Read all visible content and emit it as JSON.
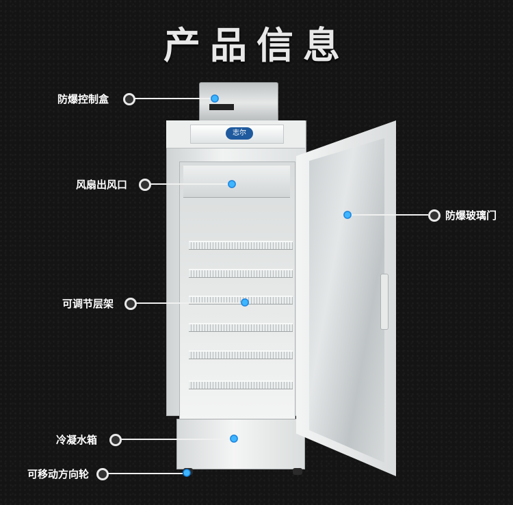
{
  "title": "产品信息",
  "logo_text": "志尔",
  "accent": "#0a78d8",
  "callouts": {
    "control_box": "防爆控制盒",
    "fan_outlet": "风扇出风口",
    "shelves": "可调节层架",
    "water_tank": "冷凝水箱",
    "wheels": "可移动方向轮",
    "glass_door": "防爆玻璃门"
  }
}
